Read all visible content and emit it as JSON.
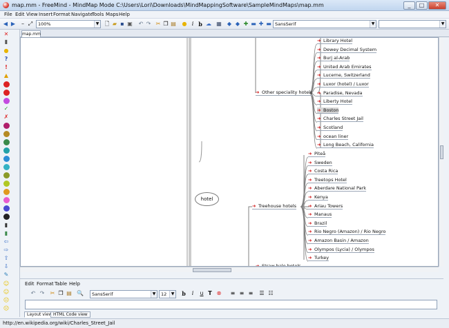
{
  "window": {
    "title": "map.mm - FreeMind - MindMap Mode C:\\Users\\Lori\\Downloads\\MindMappingSoftware\\SampleMindMaps\\map.mm",
    "min": "_",
    "max": "□",
    "close": "✕"
  },
  "menu": [
    "File",
    "Edit",
    "View",
    "Insert",
    "Format",
    "Navigate",
    "Tools",
    "Maps",
    "Help"
  ],
  "toolbar": {
    "zoom": "100%",
    "font": "SansSerif",
    "search": ""
  },
  "tab": "map.mm",
  "map": {
    "center": "hotel",
    "branches": [
      {
        "label": "Other speciality hotels",
        "children": [
          "Library Hotel",
          "Dewey Decimal System",
          "Burj al-Arab",
          "United Arab Emirates",
          "Lucerne, Switzerland",
          "Luxor (hotel) / Luxor",
          "Paradise, Nevada",
          "Liberty Hotel",
          "Boston",
          "Charles Street Jail",
          "Scotland",
          "ocean liner",
          "Long Beach, California"
        ]
      },
      {
        "label": "Treehouse hotels",
        "children": [
          "Piteå",
          "Sweden",
          "Costa Rica",
          "Treetops Hotel",
          "Aberdare National Park",
          "Kenya",
          "Ariau Towers",
          "Manaus",
          "Brazil",
          "Rio Negro (Amazon) / Rio Negro",
          "Amazon Basin / Amazon",
          "Olympos (Lycia) / Olympos",
          "Turkey"
        ]
      },
      {
        "label": "Straw bale hotels",
        "children": []
      }
    ],
    "selected": "Boston"
  },
  "editor": {
    "menu": [
      "Edit",
      "Format",
      "Table",
      "Help"
    ],
    "font": "SansSerif",
    "size": "12",
    "text": "",
    "tabs": [
      "Layout view",
      "HTML Code view"
    ]
  },
  "status": "http://en.wikipedia.org/wiki/Charles_Street_Jail",
  "colors": {
    "arrow": "#d21d1d",
    "edge": "#808080"
  }
}
